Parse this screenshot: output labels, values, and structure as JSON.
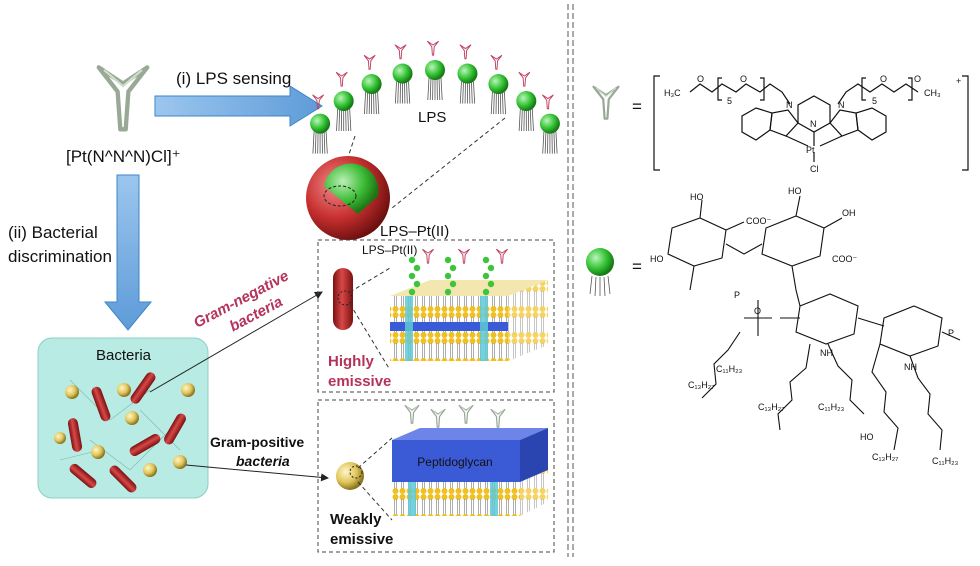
{
  "complex": {
    "formula": "[Pt(N^N^N)Cl]⁺"
  },
  "arrows": {
    "lps_sensing": "(i) LPS sensing",
    "discrimination_line1": "(ii) Bacterial",
    "discrimination_line2": "discrimination"
  },
  "labels": {
    "lps": "LPS",
    "lps_pt": "LPS–Pt(II)",
    "lps_pt_small": "LPS–Pt(II)",
    "bacteria": "Bacteria",
    "gram_negative_line1": "Gram-negative",
    "gram_negative_line2": "bacteria",
    "gram_positive_line1": "Gram-positive",
    "gram_positive_line2": "bacteria",
    "highly_line1": "Highly",
    "highly_line2": "emissive",
    "weakly_line1": "Weakly",
    "weakly_line2": "emissive",
    "peptidoglycan": "Peptidoglycan"
  },
  "legend": {
    "equals": "=",
    "pt_chem": {
      "left_chain": "H₃C",
      "right_chain": "CH₃",
      "subscript": "5",
      "charge": "+",
      "pt": "Pt",
      "cl": "Cl",
      "n": "N",
      "o": "O"
    },
    "lps_chem": {
      "ho": "HO",
      "oh": "OH",
      "coo": "COO⁻",
      "nh": "NH",
      "o": "O",
      "p": "P",
      "c13": "C₁₃H₂₇",
      "c11": "C₁₁H₂₃"
    }
  },
  "colors": {
    "arrow_fill": "#6fa8dc",
    "arrow_stroke": "#3d85c6",
    "bacteria_box": "#b7ebe4",
    "rod": "#b52626",
    "coccus": "#e8d37a",
    "lps_green": "#3cc43c",
    "negative_text": "#b5335a",
    "peptidoglycan": "#3b5bd6",
    "lipid_head": "#f0c020",
    "channel": "#5ec9d6",
    "pt_icon": "#c04060"
  }
}
